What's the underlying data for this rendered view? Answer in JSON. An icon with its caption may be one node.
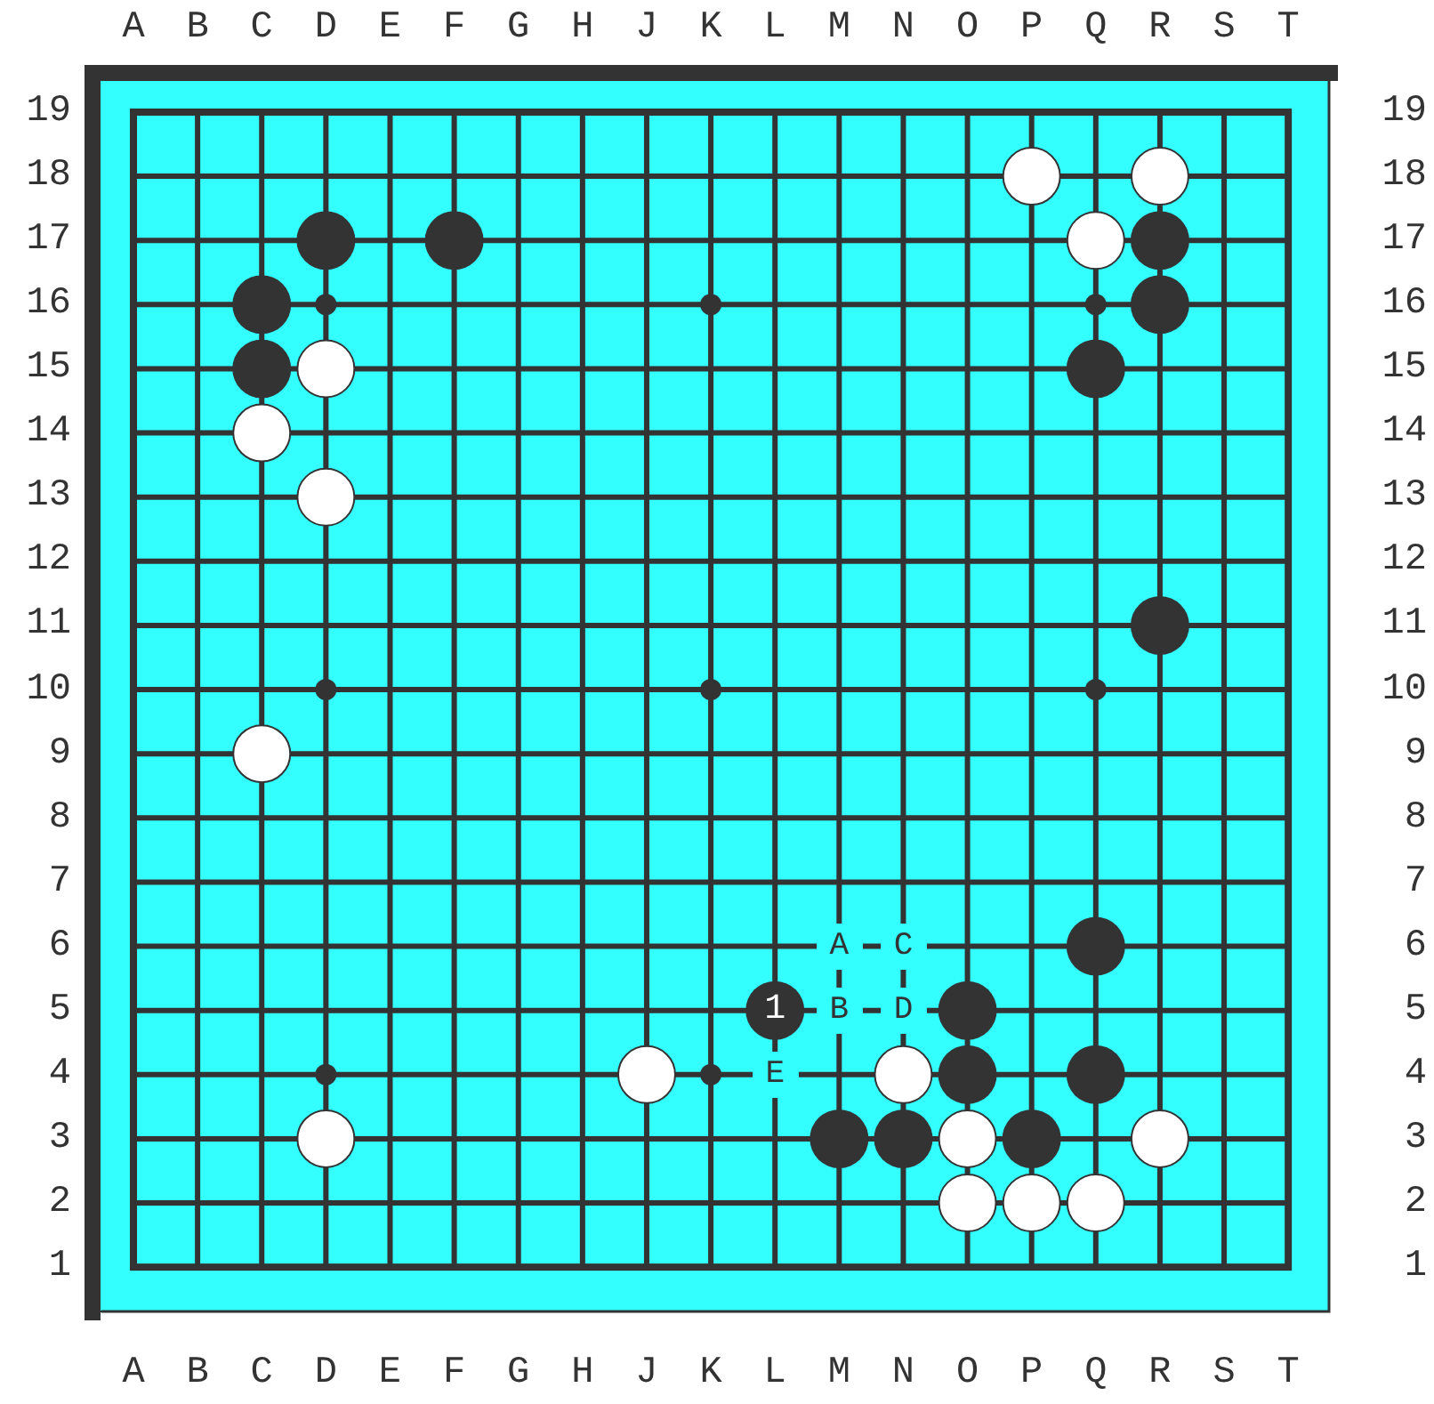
{
  "diagram": {
    "labels": [
      "A",
      "B",
      "C",
      "D",
      "E",
      "F",
      "G",
      "H",
      "J",
      "K",
      "L",
      "M",
      "N",
      "O",
      "P",
      "Q",
      "R",
      "S",
      "T",
      "19",
      "19",
      "18",
      "18",
      "17",
      "17",
      "16",
      "16",
      "15",
      "15",
      "14",
      "14",
      "13",
      "13",
      "12",
      "12",
      "11",
      "11",
      "10",
      "10",
      "9",
      "9",
      "8",
      "8",
      "7",
      "7",
      "6",
      "A",
      "C",
      "6",
      "5",
      "1",
      "B",
      "D",
      "5",
      "4",
      "E",
      "4",
      "3",
      "3",
      "2",
      "2",
      "1",
      "1",
      "A",
      "B",
      "C",
      "D",
      "E",
      "F",
      "G",
      "H",
      "J",
      "K",
      "L",
      "M",
      "N",
      "O",
      "P",
      "Q",
      "R",
      "S",
      "T"
    ]
  }
}
